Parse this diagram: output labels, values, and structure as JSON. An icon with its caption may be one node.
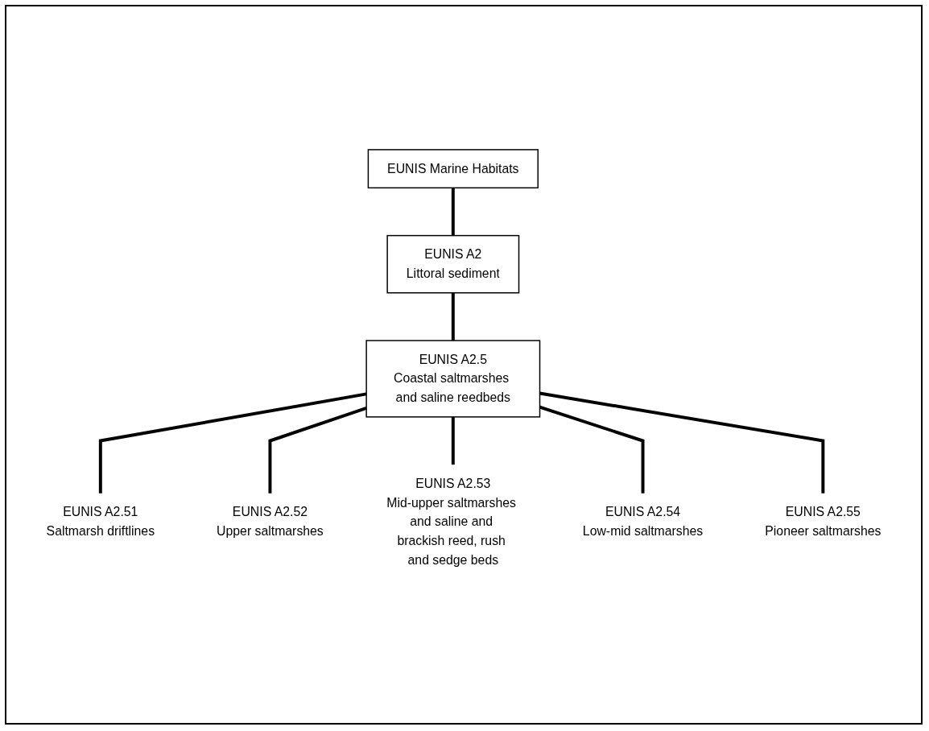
{
  "diagram": {
    "nodes": [
      {
        "text": [
          "EUNIS Marine Habitats"
        ]
      },
      {
        "text": [
          "EUNIS A2",
          "Littoral sediment"
        ]
      },
      {
        "text": [
          "EUNIS A2.5",
          "Coastal saltmarshes and saline reedbeds"
        ]
      },
      {
        "text": [
          "EUNIS A2.51",
          "Saltmarsh driftlines"
        ]
      },
      {
        "text": [
          "EUNIS A2.52",
          "Upper saltmarshes"
        ]
      },
      {
        "text": [
          "EUNIS A2.53",
          "Mid-upper saltmarshes and saline and brackish reed, rush and sedge beds"
        ]
      },
      {
        "text": [
          "EUNIS A2.54",
          "Low-mid saltmarshes"
        ]
      },
      {
        "text": [
          "EUNIS A2.55",
          "Pioneer saltmarshes"
        ]
      }
    ],
    "edges": [
      {
        "from": 0,
        "to": 1,
        "arrow": "none"
      },
      {
        "from": 1,
        "to": 2,
        "arrow": "none"
      },
      {
        "from": 2,
        "to": 3,
        "arrow": "none"
      },
      {
        "from": 2,
        "to": 4,
        "arrow": "none"
      },
      {
        "from": 2,
        "to": 5,
        "arrow": "none"
      },
      {
        "from": 2,
        "to": 6,
        "arrow": "none"
      },
      {
        "from": 2,
        "to": 7,
        "arrow": "none"
      }
    ]
  }
}
